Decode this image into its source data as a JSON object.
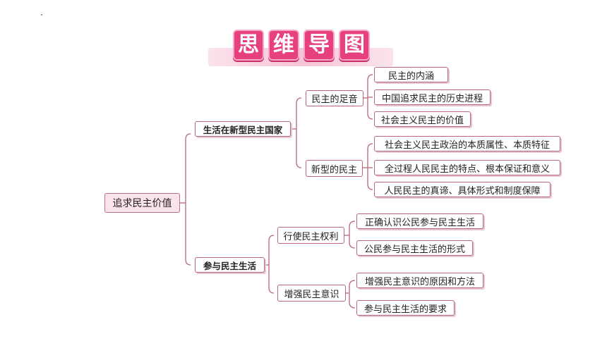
{
  "title": {
    "chars": [
      "思",
      "维",
      "导",
      "图"
    ]
  },
  "mindmap": {
    "root": "追求民主价值",
    "branch1": {
      "label": "生活在新型民主国家",
      "sub1": {
        "label": "民主的足音",
        "items": [
          "民主的内涵",
          "中国追求民主的历史进程",
          "社会主义民主的价值"
        ]
      },
      "sub2": {
        "label": "新型的民主",
        "items": [
          "社会主义民主政治的本质属性、本质特征",
          "全过程人民民主的特点、根本保证和意义",
          "人民民主的真谛、具体形式和制度保障"
        ]
      }
    },
    "branch2": {
      "label": "参与民主生活",
      "sub1": {
        "label": "行使民主权利",
        "items": [
          "正确认识公民参与民主生活",
          "公民参与民主生活的形式"
        ]
      },
      "sub2": {
        "label": "增强民主意识",
        "items": [
          "增强民主意识的原因和方法",
          "参与民主生活的要求"
        ]
      }
    }
  },
  "colors": {
    "title_fill": "#e7407e",
    "connector": "#b86678",
    "root_fill": "#fbe3ec"
  }
}
